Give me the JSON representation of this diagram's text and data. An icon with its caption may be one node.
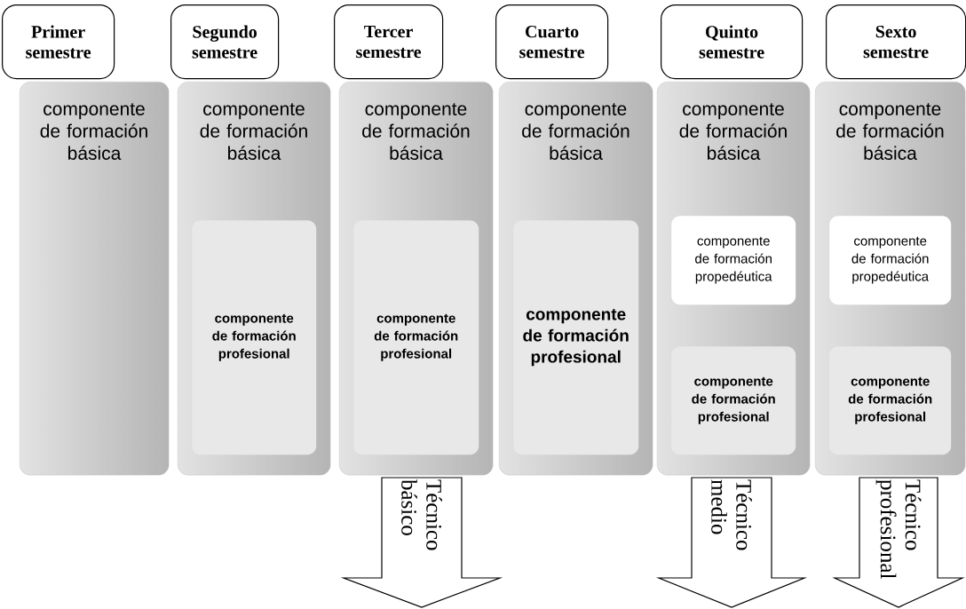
{
  "diagram": {
    "nodes": [
      {
        "text": [
          "Primer semestre"
        ]
      },
      {
        "text": [
          "componente de formación básica"
        ]
      },
      {
        "text": [
          "Segundo semestre"
        ]
      },
      {
        "text": [
          "componente de formación básica"
        ]
      },
      {
        "text": [
          "componente de formación profesional"
        ],
        "in": 3
      },
      {
        "text": [
          "Tercer semestre"
        ]
      },
      {
        "text": [
          "componente de formación básica"
        ]
      },
      {
        "text": [
          "componente de formación profesional"
        ],
        "in": 6
      },
      {
        "text": [
          "Cuarto semestre"
        ]
      },
      {
        "text": [
          "componente de formación básica"
        ]
      },
      {
        "text": [
          "componente de formación profesional"
        ],
        "in": 9
      },
      {
        "text": [
          "Quinto semestre"
        ]
      },
      {
        "text": [
          "componente de formación básica"
        ]
      },
      {
        "text": [
          "componente de formación propedéutica"
        ],
        "in": 12
      },
      {
        "text": [
          "componente de formación profesional"
        ],
        "in": 12
      },
      {
        "text": [
          "Sexto semestre"
        ]
      },
      {
        "text": [
          "componente de formación básica"
        ]
      },
      {
        "text": [
          "componente de formación propedéutica"
        ],
        "in": 16
      },
      {
        "text": [
          "componente de formación profesional"
        ],
        "in": 16
      },
      {
        "text": [
          "Técnico básico"
        ]
      },
      {
        "text": [
          "Técnico medio"
        ]
      },
      {
        "text": [
          "Técnico profesional"
        ]
      }
    ]
  }
}
